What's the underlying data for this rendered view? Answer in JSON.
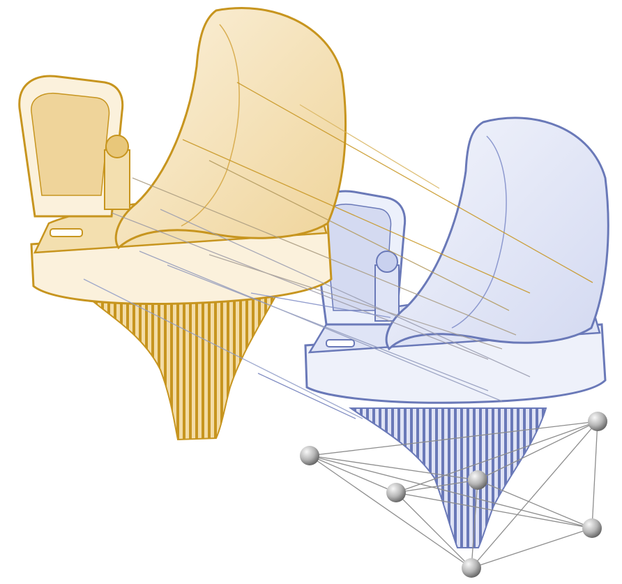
{
  "image": {
    "subject": "knee-implant-illustration",
    "components": [
      "gold-implant",
      "blue-implant",
      "marker-network"
    ]
  },
  "colors": {
    "background": "#ffffff",
    "gold_stroke": "#c7951f",
    "gold_fill": "#f1d9a2",
    "gold_light": "#fbf1dc",
    "blue_stroke": "#6a79b8",
    "blue_fill": "#d9def3",
    "blue_light": "#f1f3fb",
    "network_line": "#8d8d8d",
    "marker_light": "#f4f4f4",
    "marker_dark": "#6f6f6f"
  }
}
